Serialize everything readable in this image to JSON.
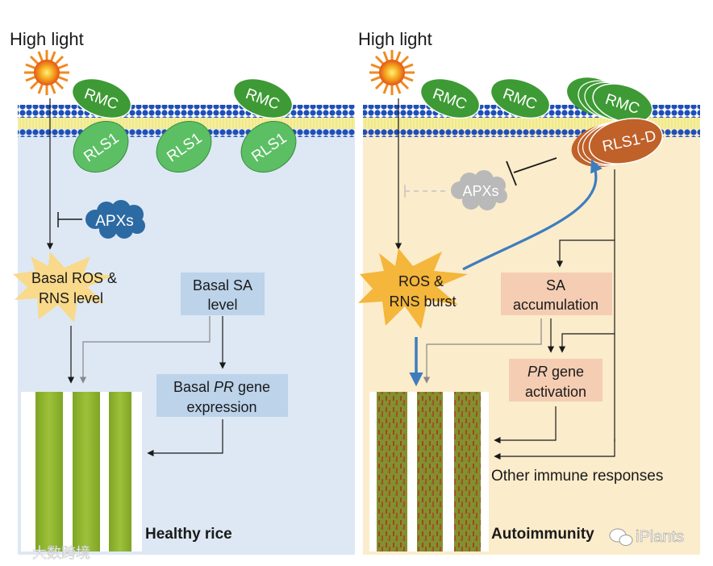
{
  "left_panel": {
    "name": "healthy",
    "background": "#dde8f4",
    "stimulus": "High light",
    "proteins": {
      "rmc": [
        "RMC",
        "RMC"
      ],
      "rls": [
        "RLS1",
        "RLS1",
        "RLS1"
      ]
    },
    "inhibitor": "APXs",
    "ros_label_line1": "Basal ROS &",
    "ros_label_line2": "RNS level",
    "sa_box_line1": "Basal SA",
    "sa_box_line2": "level",
    "pr_box_line1_a": "Basal ",
    "pr_box_line1_b": "PR",
    "pr_box_line1_c": " gene",
    "pr_box_line2": "expression",
    "phenotype": "Healthy rice",
    "box_color": "#bcd3ea"
  },
  "right_panel": {
    "name": "autoimmune",
    "background": "#fbeccb",
    "stimulus": "High light",
    "proteins": {
      "rmc": [
        "RMC",
        "RMC",
        "RMC"
      ],
      "rls": "RLS1-D"
    },
    "inhibitor": "APXs",
    "ros_label_line1": "ROS &",
    "ros_label_line2": "RNS burst",
    "sa_box_line1": "SA",
    "sa_box_line2": "accumulation",
    "pr_box_line1_a": "PR",
    "pr_box_line1_b": " gene",
    "pr_box_line2": "activation",
    "other": "Other immune responses",
    "phenotype": "Autoimmunity",
    "box_color": "#f5cdb3"
  },
  "colors": {
    "membrane_head": "#1f4fb8",
    "membrane_tail": "#f6ef9c",
    "rmc": "#3d9a34",
    "rls1": "#5cbf64",
    "rls1_d": "#c0612a",
    "apxs_active": "#2c6aa3",
    "apxs_inactive": "#b9b9b9",
    "burst": "#f4b63b",
    "basal_burst": "#f9d98a",
    "feedback_arrow": "#3d7dbf",
    "healthy_leaf": "#8fb62c",
    "diseased_leaf": "#7a6a2a"
  },
  "watermarks": {
    "left": "大数跨境",
    "right": "iPlants"
  }
}
